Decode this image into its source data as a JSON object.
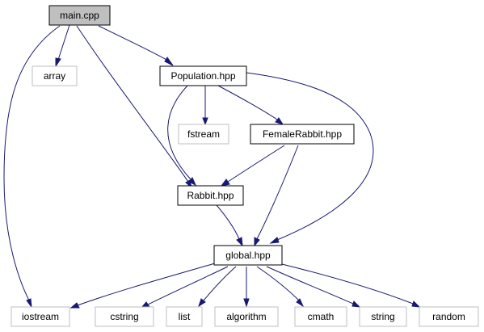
{
  "diagram": {
    "nodes": {
      "main_cpp": {
        "label": "main.cpp",
        "fill": "#bfbfbf",
        "border": "#000000"
      },
      "array": {
        "label": "array",
        "fill": "#ffffff",
        "border": "#bfbfbf"
      },
      "population_hpp": {
        "label": "Population.hpp",
        "fill": "#ffffff",
        "border": "#000000"
      },
      "fstream": {
        "label": "fstream",
        "fill": "#ffffff",
        "border": "#bfbfbf"
      },
      "femalerabbit_hpp": {
        "label": "FemaleRabbit.hpp",
        "fill": "#ffffff",
        "border": "#000000"
      },
      "rabbit_hpp": {
        "label": "Rabbit.hpp",
        "fill": "#ffffff",
        "border": "#000000"
      },
      "global_hpp": {
        "label": "global.hpp",
        "fill": "#ffffff",
        "border": "#000000"
      },
      "iostream": {
        "label": "iostream",
        "fill": "#ffffff",
        "border": "#bfbfbf"
      },
      "cstring": {
        "label": "cstring",
        "fill": "#ffffff",
        "border": "#bfbfbf"
      },
      "list": {
        "label": "list",
        "fill": "#ffffff",
        "border": "#bfbfbf"
      },
      "algorithm": {
        "label": "algorithm",
        "fill": "#ffffff",
        "border": "#bfbfbf"
      },
      "cmath": {
        "label": "cmath",
        "fill": "#ffffff",
        "border": "#bfbfbf"
      },
      "string": {
        "label": "string",
        "fill": "#ffffff",
        "border": "#bfbfbf"
      },
      "random": {
        "label": "random",
        "fill": "#ffffff",
        "border": "#bfbfbf"
      }
    },
    "edges": [
      {
        "from": "main.cpp",
        "to": "array"
      },
      {
        "from": "main.cpp",
        "to": "Population.hpp"
      },
      {
        "from": "main.cpp",
        "to": "Rabbit.hpp"
      },
      {
        "from": "main.cpp",
        "to": "iostream"
      },
      {
        "from": "Population.hpp",
        "to": "fstream"
      },
      {
        "from": "Population.hpp",
        "to": "FemaleRabbit.hpp"
      },
      {
        "from": "Population.hpp",
        "to": "Rabbit.hpp"
      },
      {
        "from": "Population.hpp",
        "to": "global.hpp"
      },
      {
        "from": "FemaleRabbit.hpp",
        "to": "Rabbit.hpp"
      },
      {
        "from": "FemaleRabbit.hpp",
        "to": "global.hpp"
      },
      {
        "from": "Rabbit.hpp",
        "to": "global.hpp"
      },
      {
        "from": "global.hpp",
        "to": "iostream"
      },
      {
        "from": "global.hpp",
        "to": "cstring"
      },
      {
        "from": "global.hpp",
        "to": "list"
      },
      {
        "from": "global.hpp",
        "to": "algorithm"
      },
      {
        "from": "global.hpp",
        "to": "cmath"
      },
      {
        "from": "global.hpp",
        "to": "string"
      },
      {
        "from": "global.hpp",
        "to": "random"
      }
    ],
    "edge_color": "#191970"
  }
}
